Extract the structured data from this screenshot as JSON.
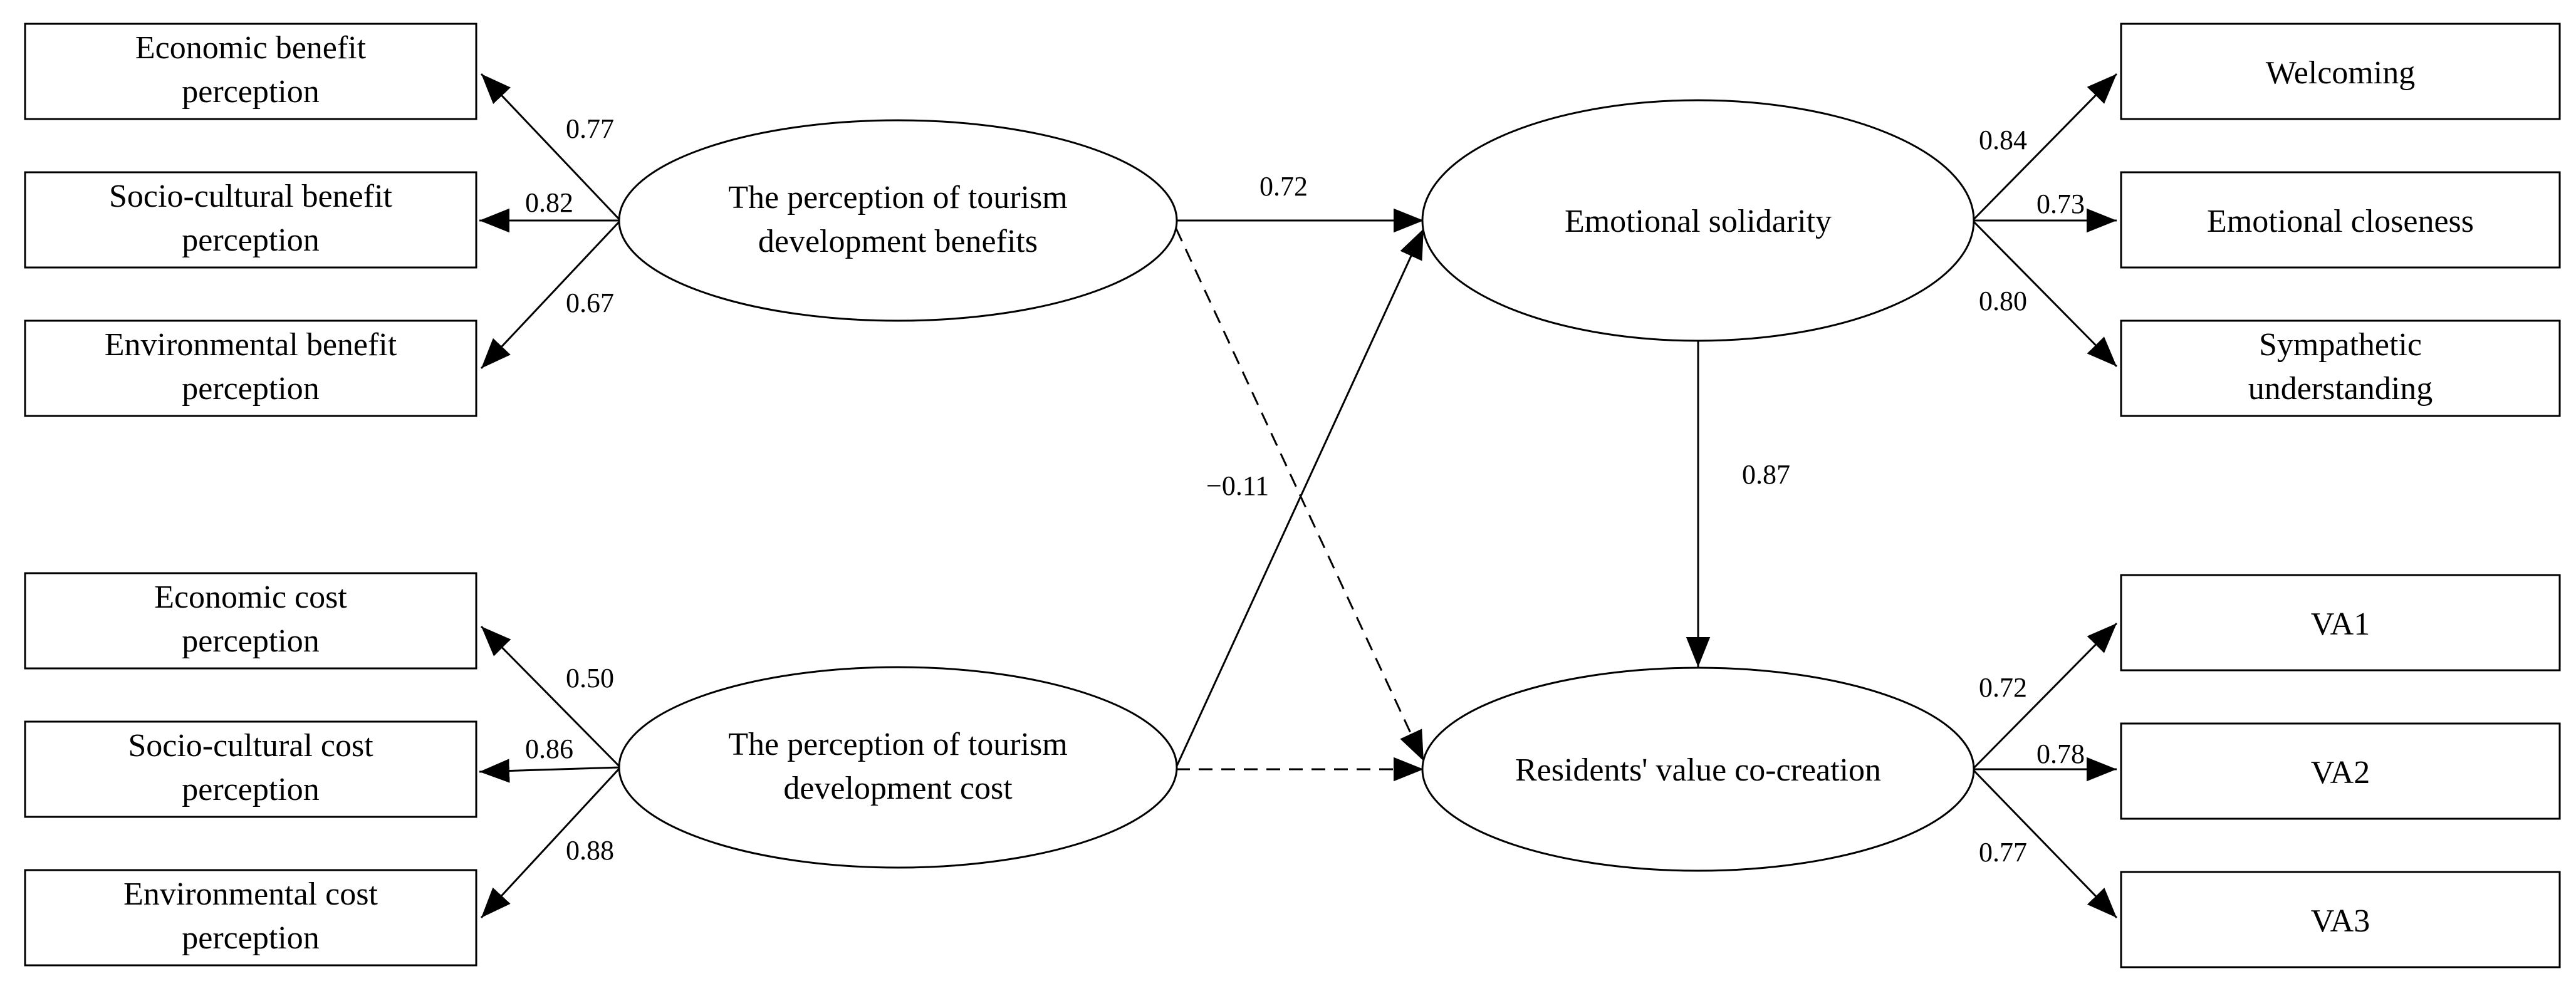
{
  "latent": {
    "benefit": [
      "The perception of tourism",
      "development benefits"
    ],
    "cost": [
      "The perception of tourism",
      "development cost"
    ],
    "solidarity": [
      "Emotional solidarity"
    ],
    "cocreation": [
      "Residents' value co-creation"
    ]
  },
  "indicators": {
    "econ_benefit": [
      "Economic benefit",
      "perception"
    ],
    "socio_benefit": [
      "Socio-cultural benefit",
      "perception"
    ],
    "env_benefit": [
      "Environmental benefit",
      "perception"
    ],
    "econ_cost": [
      "Economic cost",
      "perception"
    ],
    "socio_cost": [
      "Socio-cultural cost",
      "perception"
    ],
    "env_cost": [
      "Environmental cost",
      "perception"
    ],
    "welcoming": [
      "Welcoming"
    ],
    "closeness": [
      "Emotional closeness"
    ],
    "sympathetic": [
      "Sympathetic",
      "understanding"
    ],
    "va1": [
      "VA1"
    ],
    "va2": [
      "VA2"
    ],
    "va3": [
      "VA3"
    ]
  },
  "coefficients": {
    "econ_benefit": "0.77",
    "socio_benefit": "0.82",
    "env_benefit": "0.67",
    "econ_cost": "0.50",
    "socio_cost": "0.86",
    "env_cost": "0.88",
    "welcoming": "0.84",
    "closeness": "0.73",
    "sympathetic": "0.80",
    "va1": "0.72",
    "va2": "0.78",
    "va3": "0.77",
    "benefit_to_solidarity": "0.72",
    "solidarity_to_cocreation": "0.87",
    "cost_path": "−0.11"
  }
}
